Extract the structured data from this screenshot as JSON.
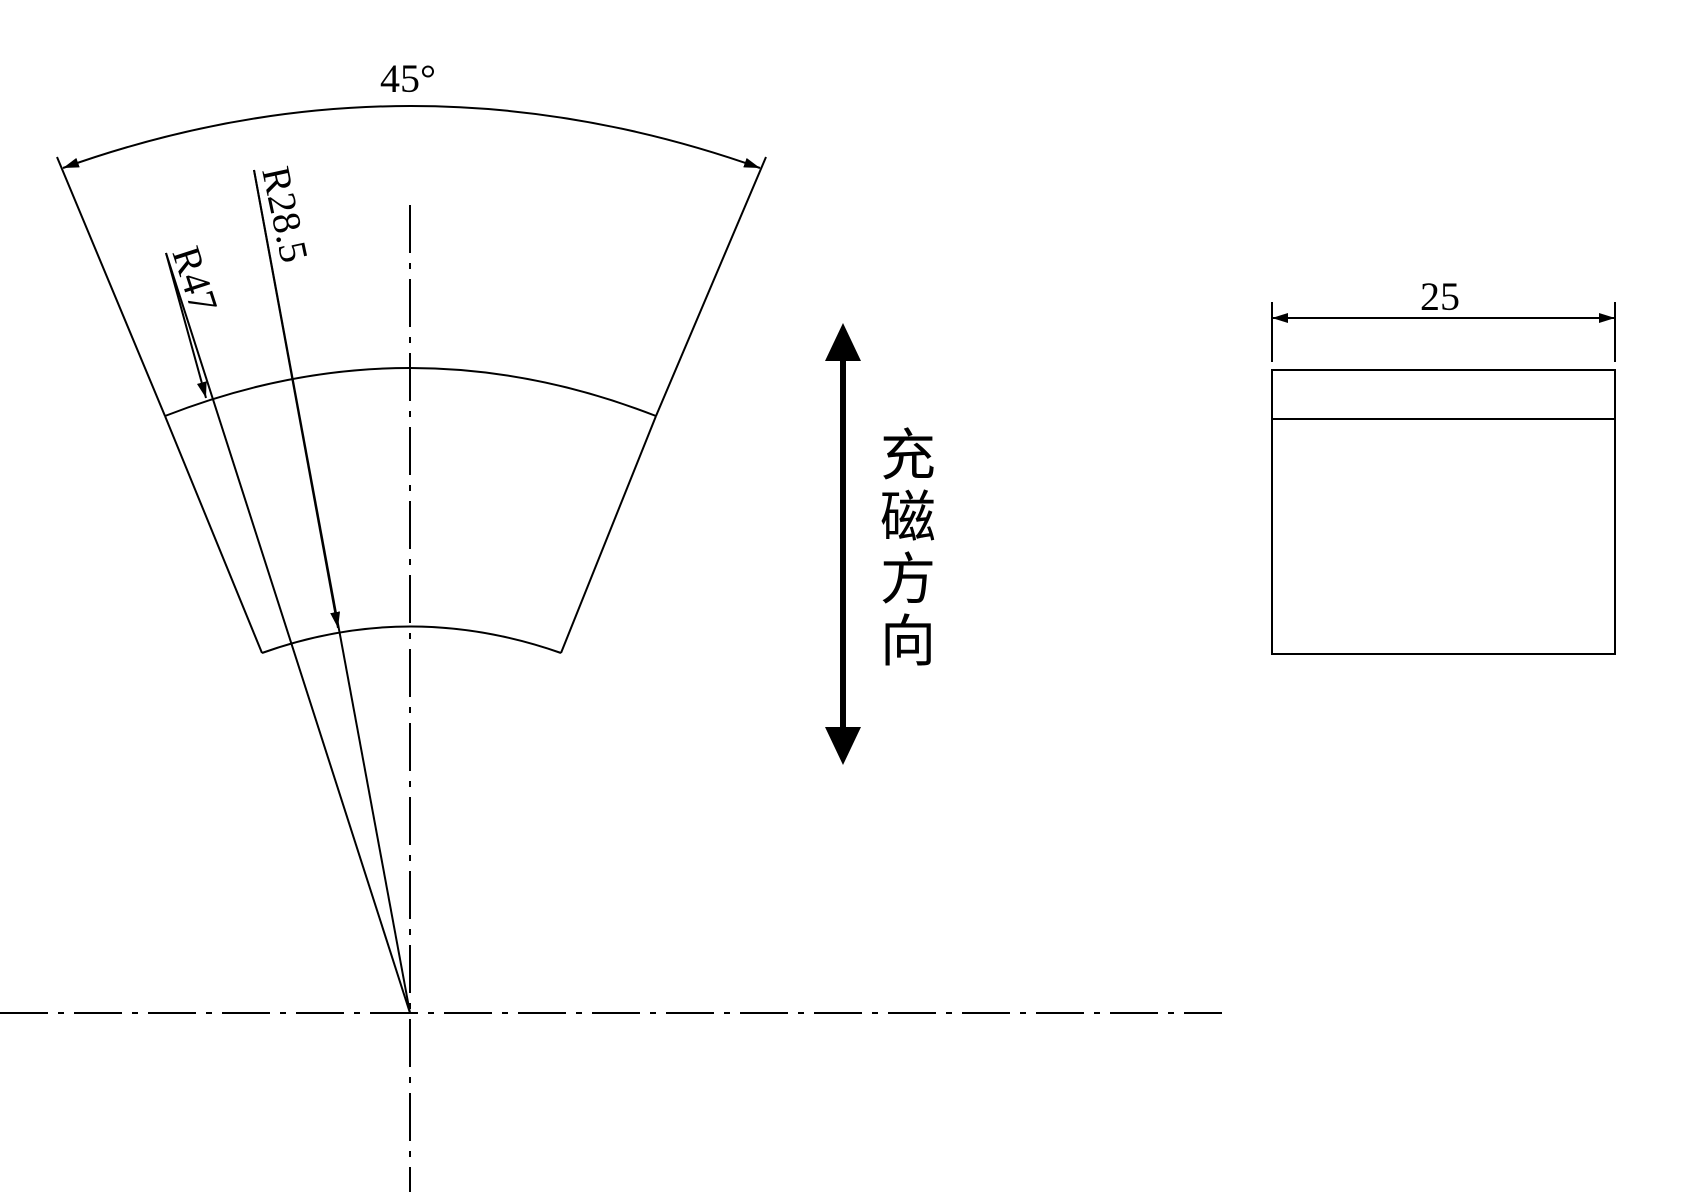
{
  "dimensions": {
    "angle_label": "45°",
    "outer_radius_label": "R47",
    "inner_radius_label": "R28.5",
    "width_label": "25"
  },
  "note": {
    "chars": [
      "充",
      "磁",
      "方",
      "向"
    ]
  }
}
